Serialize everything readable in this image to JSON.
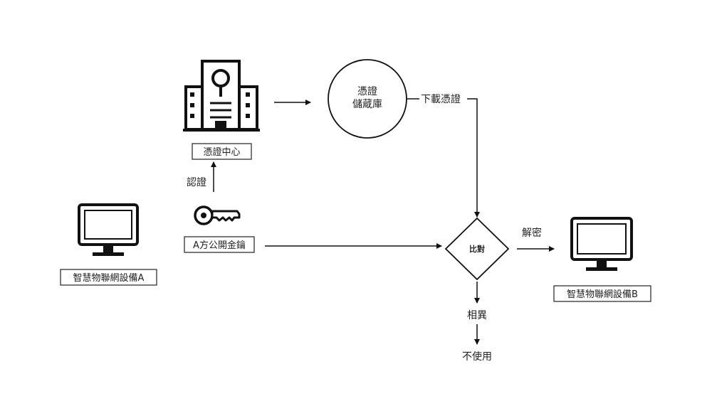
{
  "nodes": {
    "cert_center": {
      "label": "憑證中心",
      "icon": "building-icon"
    },
    "cert_store": {
      "line1": "憑證",
      "line2": "儲蔵庫"
    },
    "public_key": {
      "label": "A方公開金鑰",
      "icon": "key-icon"
    },
    "device_a": {
      "label": "智慧物聯網設備A",
      "icon": "monitor-icon"
    },
    "device_b": {
      "label": "智慧物聯網設備B",
      "icon": "monitor-icon"
    },
    "compare": {
      "label": "比對"
    },
    "not_use": {
      "label": "不使用"
    }
  },
  "edges": {
    "certify": "認證",
    "download": "下載憑證",
    "decrypt": "解密",
    "different": "相異"
  },
  "colors": {
    "stroke": "#111111",
    "text": "#222222",
    "background": "#ffffff"
  }
}
